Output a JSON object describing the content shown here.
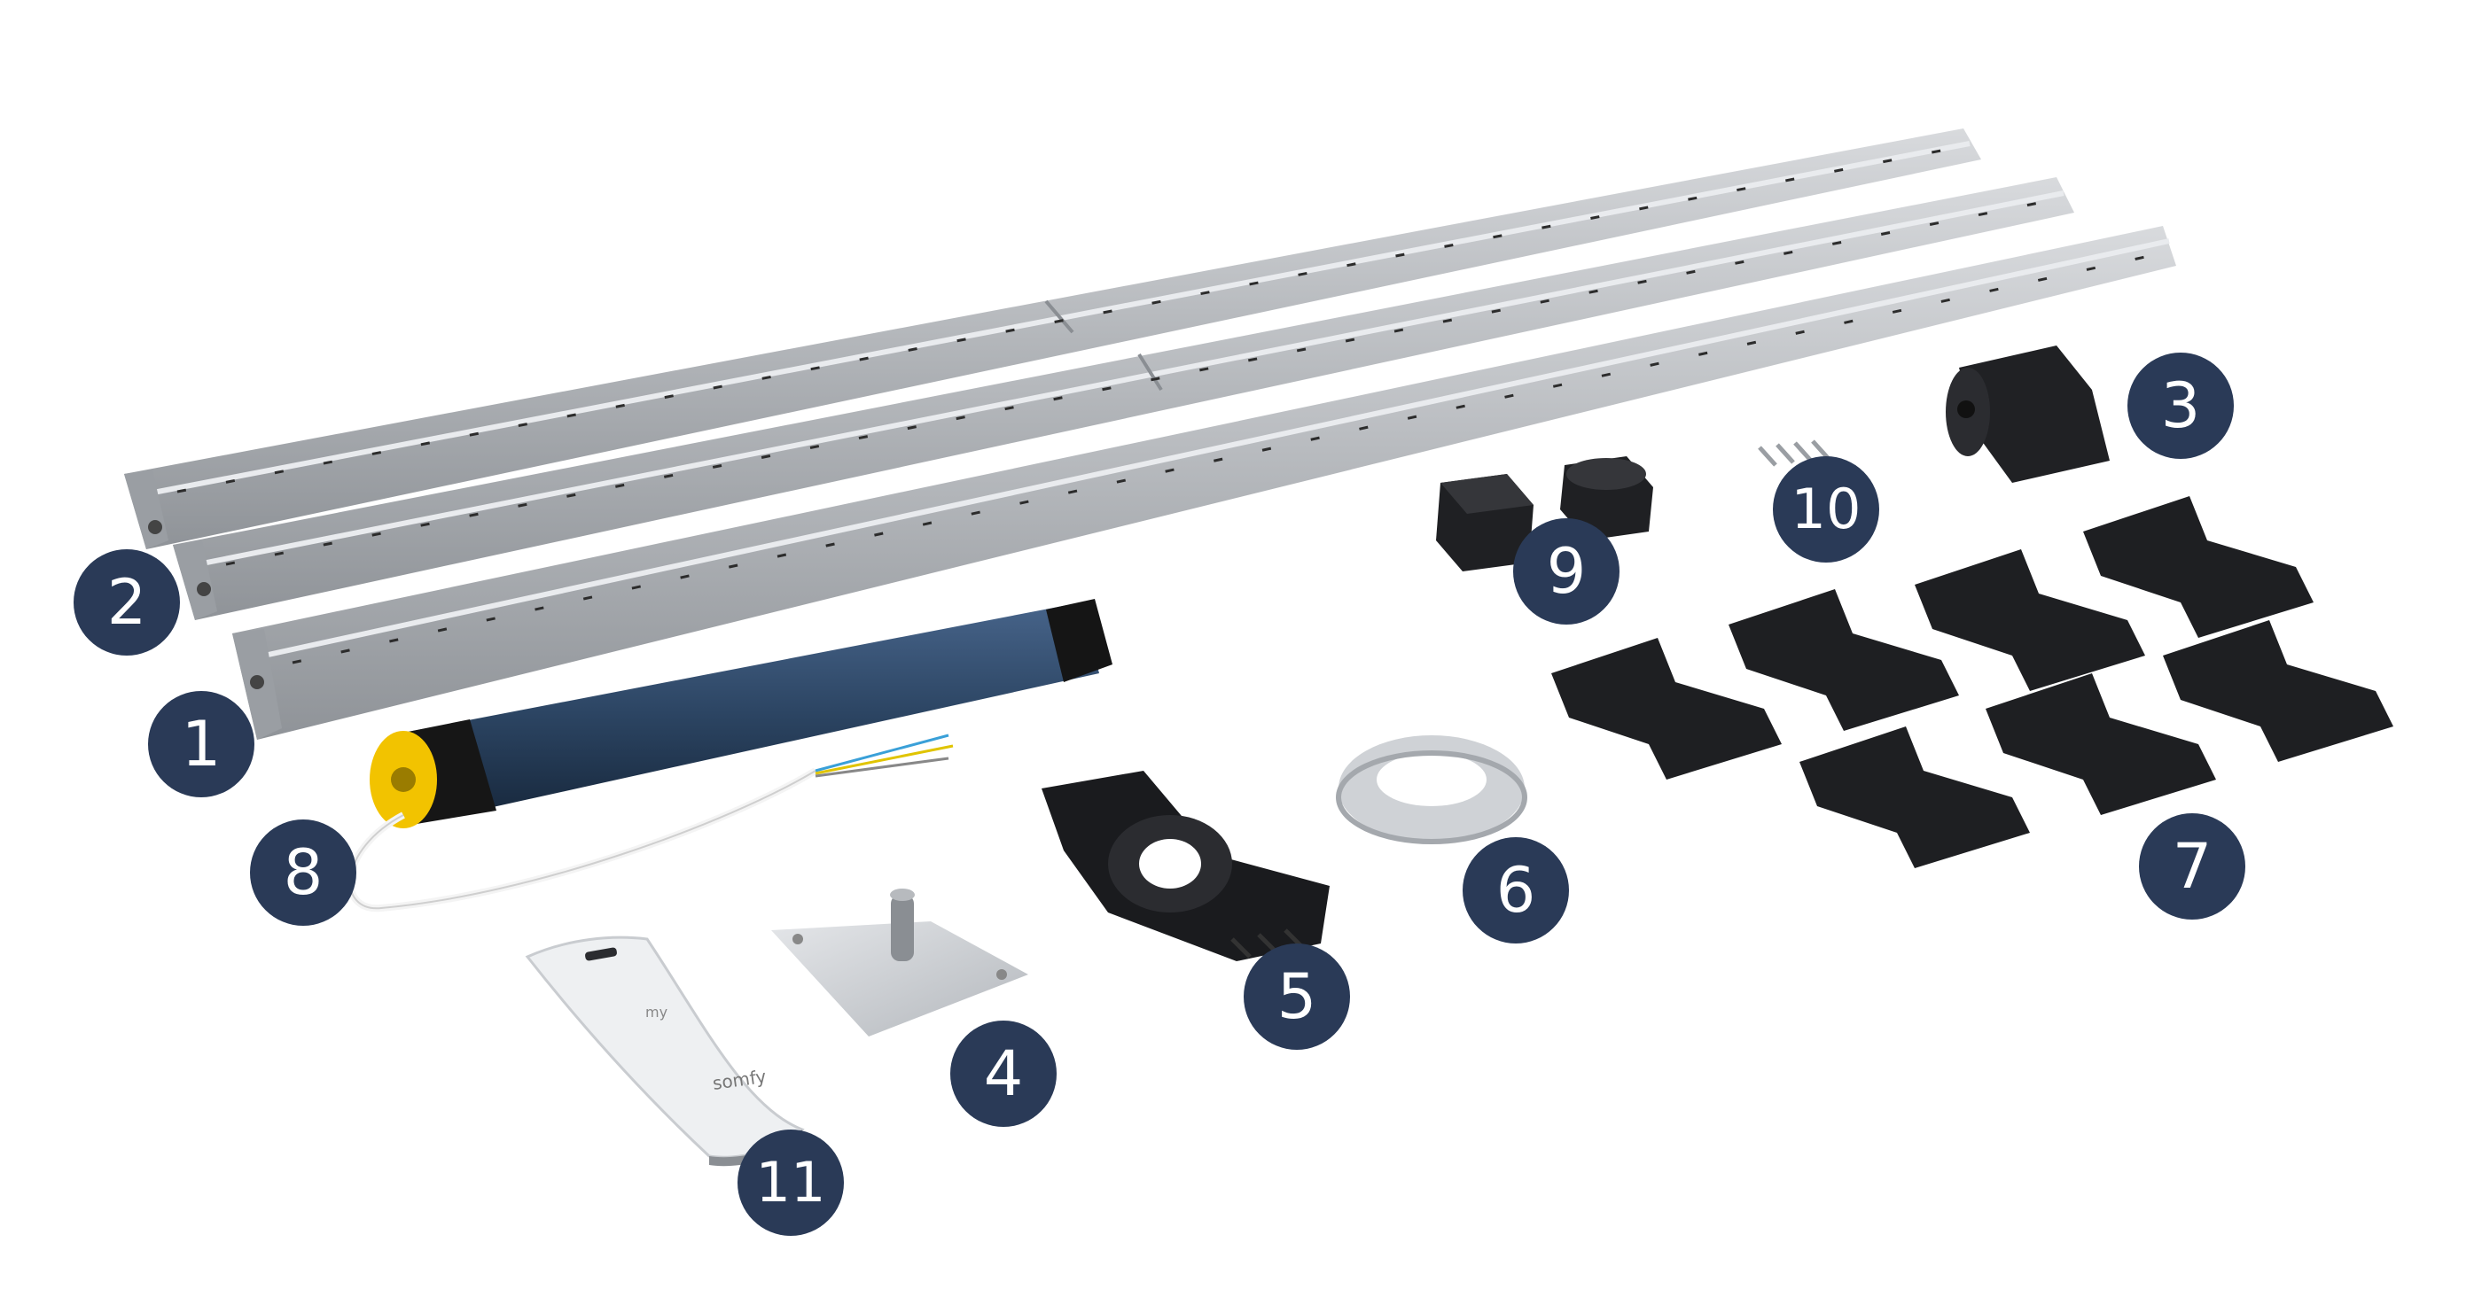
{
  "colors": {
    "background": "#ffffff",
    "badge_fill": "#2a3a57",
    "badge_text": "#ffffff",
    "tube_metal": "#b9bcc0",
    "motor_blue": "#2c4563",
    "motor_head": "#f2c300",
    "clip_black": "#1e1f22",
    "remote_white": "#eef0f2"
  },
  "components": [
    {
      "number": "1",
      "part": "octagonal-tube-front-icon"
    },
    {
      "number": "2",
      "part": "octagonal-tube-back-icon"
    },
    {
      "number": "3",
      "part": "end-cap-adapter-icon"
    },
    {
      "number": "4",
      "part": "mounting-bracket-plate-icon"
    },
    {
      "number": "5",
      "part": "motor-bracket-icon"
    },
    {
      "number": "6",
      "part": "crown-adapter-ring-icon"
    },
    {
      "number": "7",
      "part": "shutter-clips-icon"
    },
    {
      "number": "8",
      "part": "tubular-motor-icon"
    },
    {
      "number": "9",
      "part": "drive-wheel-adapters-icon"
    },
    {
      "number": "10",
      "part": "screws-icon"
    },
    {
      "number": "11",
      "part": "remote-control-icon"
    }
  ],
  "remote": {
    "brand": "somfy",
    "my_label": "my"
  }
}
